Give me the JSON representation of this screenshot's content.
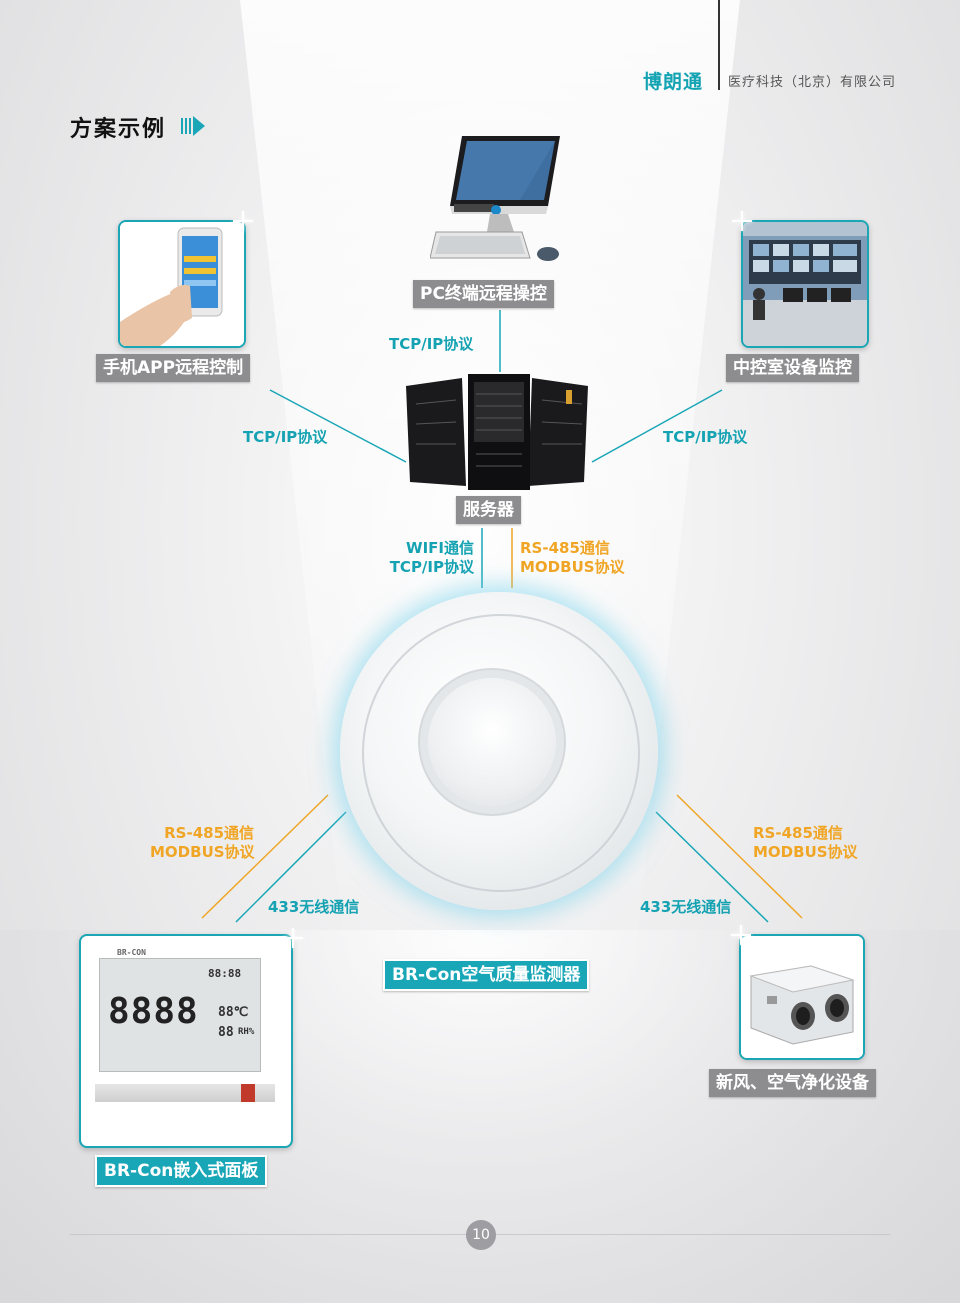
{
  "header": {
    "brand": "博朗通",
    "company": "医疗科技（北京）有限公司",
    "section_title": "方案示例"
  },
  "nodes": {
    "pc": "PC终端远程操控",
    "mobile": "手机APP远程控制",
    "control_room": "中控室设备监控",
    "server": "服务器",
    "detector": "BR-Con空气质量监测器",
    "panel": "BR-Con嵌入式面板",
    "fresh_air": "新风、空气净化设备"
  },
  "protocols": {
    "pc_server": "TCP/IP协议",
    "mobile_server": "TCP/IP协议",
    "control_server": "TCP/IP协议",
    "wifi_line1": "WIFI通信",
    "wifi_line2": "TCP/IP协议",
    "rs485_line1": "RS-485通信",
    "rs485_line2": "MODBUS协议",
    "left_rs485_line1": "RS-485通信",
    "left_rs485_line2": "MODBUS协议",
    "right_rs485_line1": "RS-485通信",
    "right_rs485_line2": "MODBUS协议",
    "left_wireless": "433无线通信",
    "right_wireless": "433无线通信"
  },
  "panel_display": {
    "brand_small": "BR-CON",
    "main_digits": "8888",
    "temp": "88℃",
    "humidity": "88",
    "humidity_unit": "RH%",
    "top_digits": "88:88"
  },
  "footer": {
    "page_number": "10"
  },
  "colors": {
    "teal": "#19a6b6",
    "orange": "#f0a524",
    "gray_label": "#8d8d8f"
  }
}
